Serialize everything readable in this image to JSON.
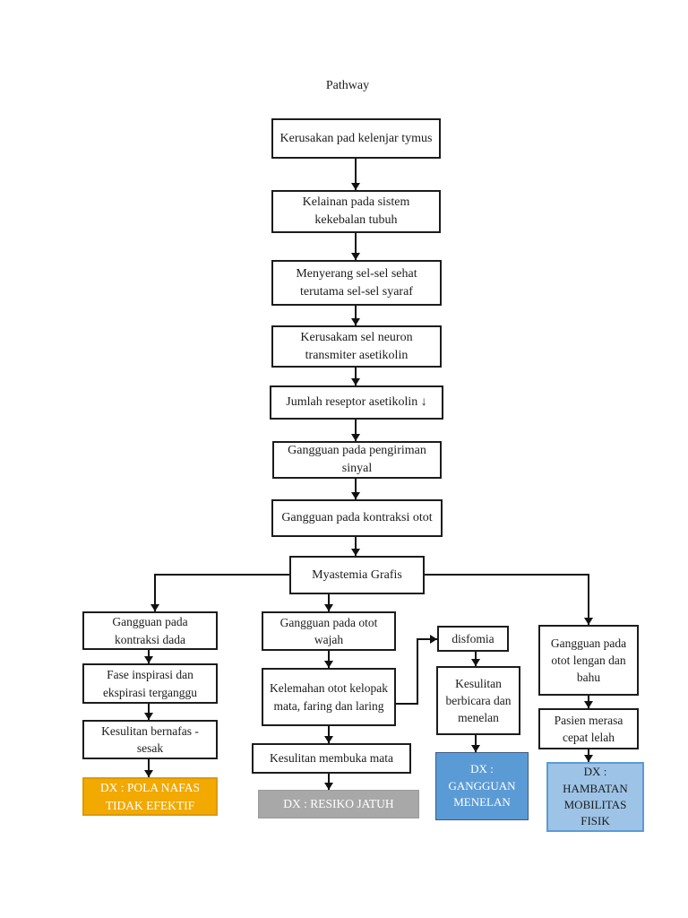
{
  "page": {
    "title": "Pathway"
  },
  "chain": [
    "Kerusakan pad kelenjar tymus",
    "Kelainan pada sistem kekebalan tubuh",
    "Menyerang sel-sel sehat terutama sel-sel syaraf",
    "Kerusakam sel neuron transmiter asetikolin",
    "Jumlah reseptor asetikolin ↓",
    "Gangguan pada pengiriman sinyal",
    "Gangguan pada kontraksi otot",
    "Myastemia Grafis"
  ],
  "branch_respiratory": {
    "steps": [
      "Gangguan pada kontraksi dada",
      "Fase inspirasi dan ekspirasi terganggu",
      "Kesulitan bernafas - sesak"
    ],
    "dx": "DX : POLA NAFAS TIDAK EFEKTIF"
  },
  "branch_face": {
    "steps": [
      "Gangguan pada otot wajah",
      "Kelemahan otot kelopak mata, faring dan laring",
      "Kesulitan membuka mata"
    ],
    "dx": "DX : RESIKO JATUH"
  },
  "branch_swallow": {
    "steps": [
      "disfomia",
      "Kesulitan berbicara dan menelan"
    ],
    "dx": "DX : GANGGUAN MENELAN"
  },
  "branch_mobility": {
    "steps": [
      "Gangguan pada otot lengan dan bahu",
      "Pasien merasa cepat lelah"
    ],
    "dx": "DX : HAMBATAN MOBILITAS FISIK"
  },
  "colors": {
    "dx_respiratory": "#F2A900",
    "dx_fall_risk": "#A8A8A8",
    "dx_swallow": "#5B9BD5",
    "dx_mobility": "#9DC3E6",
    "line": "#111111"
  }
}
